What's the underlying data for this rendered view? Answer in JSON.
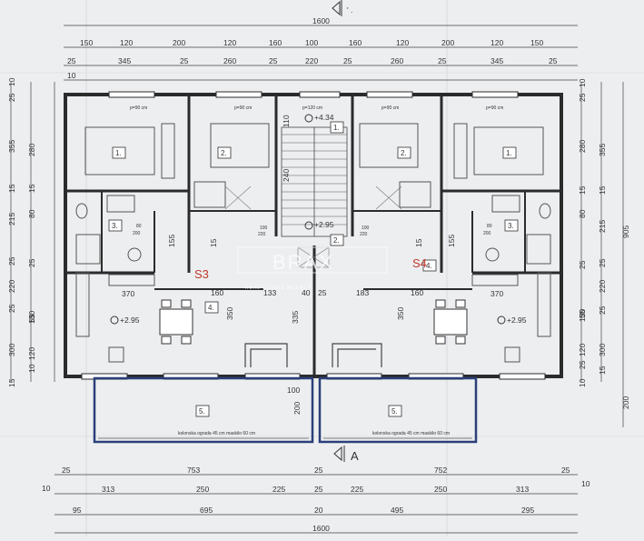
{
  "dims": {
    "top_total": "1600",
    "top_row1": [
      "150",
      "120",
      "200",
      "120",
      "160",
      "100",
      "160",
      "120",
      "200",
      "120",
      "150"
    ],
    "top_row2": [
      "25",
      "345",
      "25",
      "260",
      "25",
      "220",
      "25",
      "260",
      "25",
      "345",
      "25"
    ],
    "top_row2_edge": "10",
    "left_a": [
      "10",
      "25",
      "355",
      "15",
      "215",
      "25",
      "220",
      "25",
      "300",
      "15"
    ],
    "left_b": [
      "280",
      "15",
      "80",
      "25",
      "130",
      "55",
      "120",
      "10"
    ],
    "right_a": [
      "10",
      "25",
      "280",
      "15",
      "80",
      "25",
      "130",
      "55",
      "120",
      "25",
      "10"
    ],
    "right_b": [
      "355",
      "15",
      "215",
      "25",
      "220",
      "25",
      "300",
      "15"
    ],
    "right_total": [
      "905",
      "200"
    ],
    "bottom_row1": [
      "25",
      "753",
      "25",
      "752",
      "25"
    ],
    "bottom_row2": [
      "313",
      "250",
      "225",
      "25",
      "225",
      "250",
      "313"
    ],
    "bottom_row2_edge": [
      "10",
      "10"
    ],
    "bottom_row3": [
      "95",
      "695",
      "20",
      "495",
      "295"
    ],
    "bottom_total": "1600"
  },
  "rooms": {
    "r1": "1.",
    "r2": "2.",
    "r3": "3.",
    "r4": "4.",
    "r5": "5."
  },
  "units": {
    "left": "S3",
    "right": "S4"
  },
  "levels": {
    "upper": "+4.34",
    "mid": "+2.95",
    "left": "+2.95",
    "right": "+2.95"
  },
  "window_label": "p=90 cm",
  "window_label_center": "p=120 cm",
  "terrace_note": "kolonska ograda 45 cm  maskilo 60 cm",
  "inner_dims": {
    "bath": [
      "80",
      "200"
    ],
    "hall": [
      "100",
      "220"
    ],
    "kitchen_w": "370",
    "living": [
      "160",
      "133",
      "40",
      "25",
      "183",
      "160"
    ],
    "living_h": [
      "350",
      "335"
    ],
    "stair": [
      "110",
      "240"
    ],
    "misc": [
      "155",
      "15",
      "15",
      "100",
      "200"
    ]
  },
  "section": "A",
  "watermark": {
    "brand": "BRAX",
    "sub": "REAL ESTATE AGENCY"
  },
  "colors": {
    "paper": "#eceef0",
    "line": "#2b2b2b",
    "red": "#c0392b",
    "terrace": "#2a3f7a"
  }
}
